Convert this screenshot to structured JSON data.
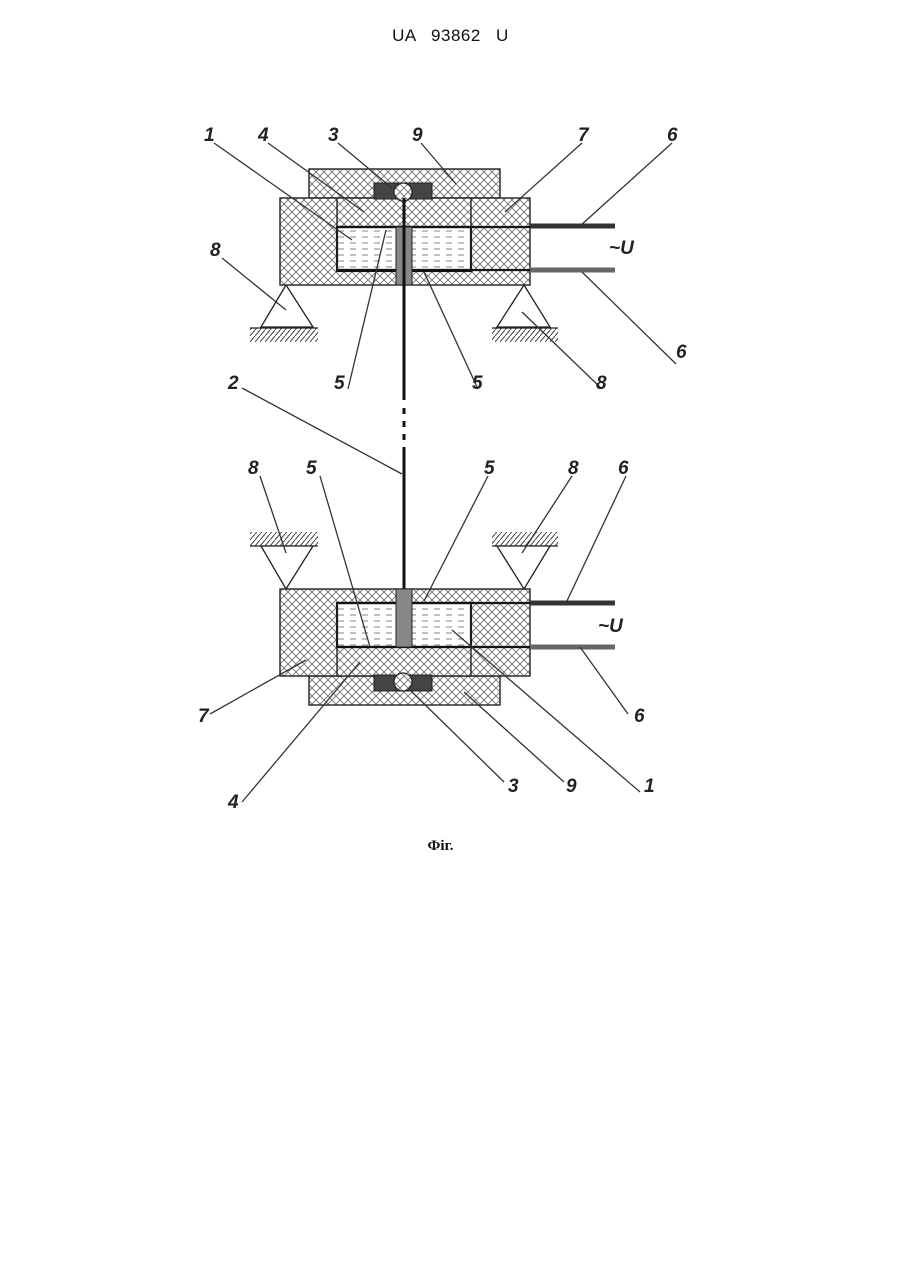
{
  "header": {
    "doc_number": "UA   93862   U"
  },
  "caption": "Фіг.",
  "voltage_label": "~U",
  "labels": {
    "top": [
      "1",
      "4",
      "3",
      "9",
      "7",
      "6",
      "8",
      "5",
      "5",
      "6",
      "8"
    ],
    "middle": [
      "2"
    ],
    "bottom": [
      "8",
      "5",
      "5",
      "8",
      "6",
      "7",
      "6",
      "4",
      "3",
      "9",
      "1"
    ]
  },
  "colors": {
    "line": "#222222",
    "hatch": "#555555",
    "background": "#ffffff"
  }
}
